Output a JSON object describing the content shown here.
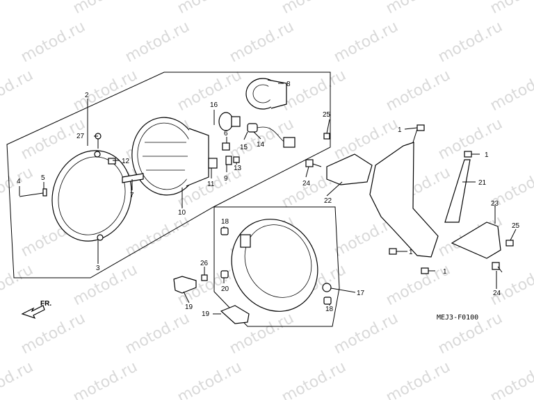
{
  "watermark": "motod.ru",
  "diagram_code": "MEJ3-F0100",
  "direction_label": "FR.",
  "callouts": [
    "1",
    "2",
    "3",
    "4",
    "5",
    "6",
    "7",
    "8",
    "9",
    "10",
    "11",
    "12",
    "13",
    "14",
    "15",
    "16",
    "17",
    "18",
    "19",
    "20",
    "21",
    "22",
    "23",
    "24",
    "25",
    "26",
    "27"
  ]
}
